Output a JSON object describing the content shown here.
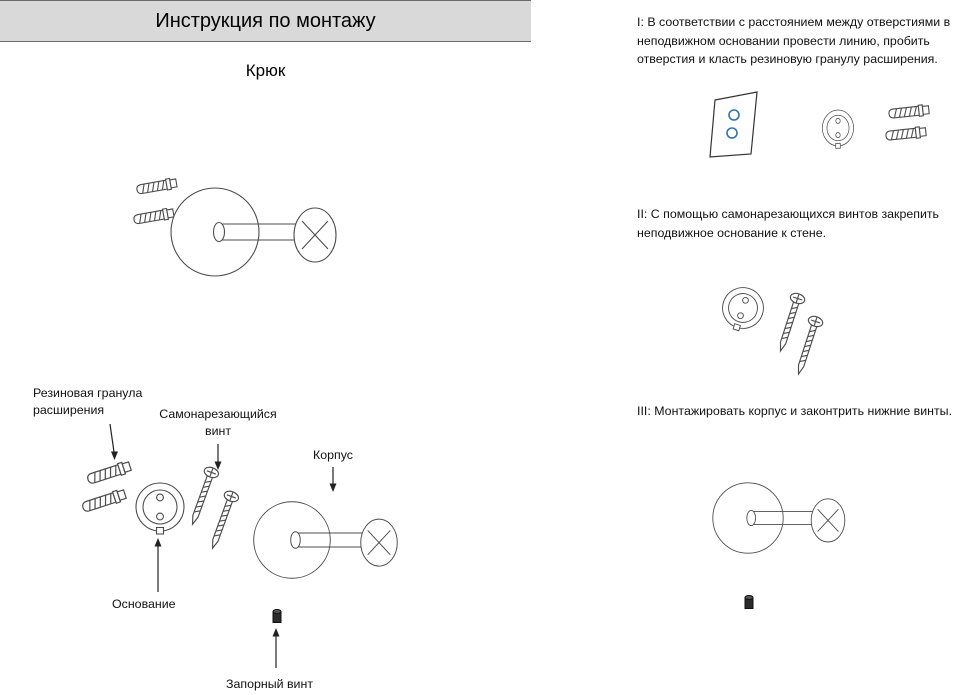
{
  "header": {
    "title": "Инструкция по монтажу"
  },
  "product": {
    "name": "Крюк"
  },
  "exploded_labels": {
    "rubber_granule": "Резиновая гранула расширения",
    "self_tapping_screw": "Самонарезающийся винт",
    "body": "Корпус",
    "base": "Основание",
    "locking_screw": "Запорный винт"
  },
  "steps": [
    {
      "id": "I",
      "text": "I: В соответствии с расстоянием между отверстиями в неподвижном основании провести линию, пробить отверстия и класть резиновую гранулу расширения."
    },
    {
      "id": "II",
      "text": "II: С помощью самонарезающихся винтов закрепить неподвижное основание к стене."
    },
    {
      "id": "III",
      "text": "III: Монтажировать корпус и законтрить нижние винты."
    }
  ],
  "colors": {
    "header_bg": "#d9d9d9",
    "line_art": "#4d4d4d",
    "drill_hole_accent": "#2e74b5"
  },
  "icons": {
    "anchor_plug": "rubber-expansion-plug-drawing",
    "screw": "self-tapping-screw-drawing",
    "base_ring": "base-ring-drawing",
    "hook_body": "hook-body-drawing",
    "set_screw": "locking-set-screw-drawing",
    "wall_plate": "marked-wall-plate-drawing"
  }
}
